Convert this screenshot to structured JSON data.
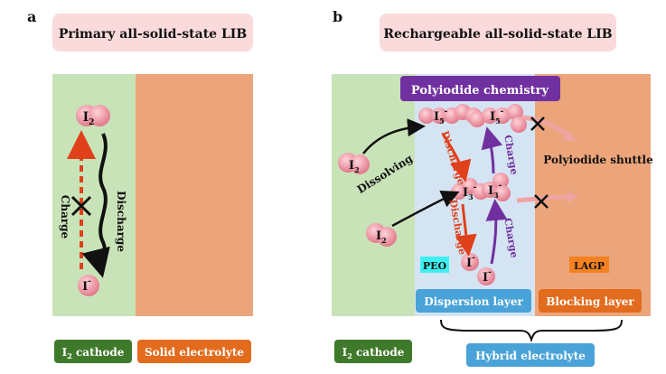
{
  "panel_a": {
    "letter": "a",
    "title": "Primary all-solid-state LIB",
    "species_top": "I",
    "species_top_sub": "2",
    "species_bottom": "I",
    "species_bottom_sup": "-",
    "charge_label": "Charge",
    "discharge_label": "Discharge",
    "cathode_label": "I",
    "cathode_label_sub": "2",
    "cathode_label_rest": " cathode",
    "electrolyte_label": "Solid electrolyte"
  },
  "panel_b": {
    "letter": "b",
    "title": "Rechargeable all-solid-state LIB",
    "polyiodide_label": "Polyiodide chemistry",
    "shuttle_label": "Polyiodide shuttle",
    "dissolving_label": "Dissolving",
    "discharge_label": "Discharge",
    "charge_label": "Charge",
    "peo_label": "PEO",
    "lagp_label": "LAGP",
    "dispersion_label": "Dispersion layer",
    "blocking_label": "Blocking layer",
    "cathode_label": "I",
    "cathode_label_sub": "2",
    "cathode_label_rest": " cathode",
    "hybrid_label": "Hybrid electrolyte",
    "i2": "I",
    "i2_sub": "2",
    "i5": "I",
    "i5_sub": "5",
    "i5_sup": "-",
    "i3": "I",
    "i3_sub": "3",
    "i3_sup": "-",
    "i_minus": "I",
    "i_minus_sup": "-"
  },
  "colors": {
    "cathode_green": "#c9e3b8",
    "electrolyte_orange": "#eca57a",
    "dispersion_blue": "#d5e4f2",
    "title_pink": "#fadadb",
    "purple": "#7030a0",
    "red": "#e0401a",
    "dark_green_label": "#3f7a2a",
    "orange_label": "#e26b1d",
    "blue_label": "#4aa3d8"
  }
}
